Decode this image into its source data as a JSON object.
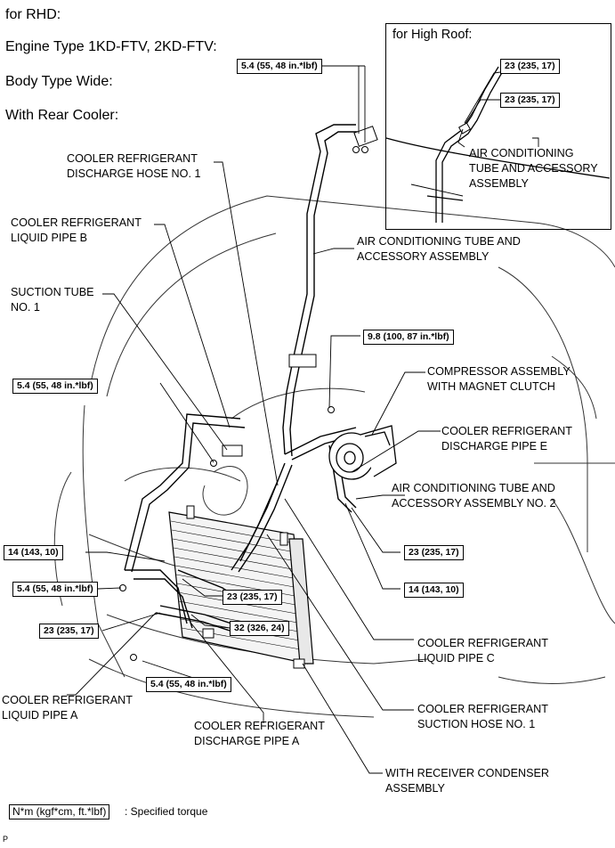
{
  "header": {
    "line1": "for RHD:",
    "line2": "Engine Type 1KD-FTV, 2KD-FTV:",
    "line3": "Body Type Wide:",
    "line4": "With Rear Cooler:"
  },
  "inset": {
    "title": "for High Roof:",
    "torque_upper": "23 (235, 17)",
    "torque_lower": "23 (235, 17)",
    "label": [
      "AIR CONDITIONING",
      "TUBE AND ACCESSORY",
      "ASSEMBLY"
    ]
  },
  "labels": {
    "discharge_hose_1": [
      "COOLER REFRIGERANT",
      "DISCHARGE HOSE NO. 1"
    ],
    "liquid_pipe_b": [
      "COOLER REFRIGERANT",
      "LIQUID PIPE B"
    ],
    "suction_tube_1": [
      "SUCTION TUBE",
      "NO. 1"
    ],
    "ac_tube": [
      "AIR CONDITIONING TUBE AND",
      "ACCESSORY ASSEMBLY"
    ],
    "compressor": [
      "COMPRESSOR ASSEMBLY",
      "WITH MAGNET CLUTCH"
    ],
    "discharge_pipe_e": [
      "COOLER REFRIGERANT",
      "DISCHARGE PIPE E"
    ],
    "ac_tube_2": [
      "AIR CONDITIONING TUBE AND",
      "ACCESSORY ASSEMBLY NO. 2"
    ],
    "liquid_pipe_c": [
      "COOLER REFRIGERANT",
      "LIQUID PIPE C"
    ],
    "liquid_pipe_a": [
      "COOLER REFRIGERANT",
      "LIQUID PIPE A"
    ],
    "discharge_pipe_a": [
      "COOLER REFRIGERANT",
      "DISCHARGE PIPE A"
    ],
    "suction_hose_1": [
      "COOLER REFRIGERANT",
      "SUCTION HOSE NO. 1"
    ],
    "condenser": [
      "WITH RECEIVER CONDENSER",
      "ASSEMBLY"
    ]
  },
  "torques": {
    "t_top": "5.4 (55, 48 in.*lbf)",
    "t_98": "9.8 (100, 87 in.*lbf)",
    "t_left_54": "5.4 (55, 48 in.*lbf)",
    "t_14_left": "14 (143, 10)",
    "t_54_mid": "5.4 (55, 48 in.*lbf)",
    "t_23_mid": "23 (235, 17)",
    "t_23_right": "23 (235, 17)",
    "t_14_right": "14 (143, 10)",
    "t_23_left": "23 (235, 17)",
    "t_32": "32 (326, 24)",
    "t_54_bottom": "5.4 (55, 48 in.*lbf)"
  },
  "legend": {
    "unit_box": "N*m (kgf*cm, ft.*lbf)",
    "text": ": Specified torque"
  },
  "corner_mark": "P"
}
